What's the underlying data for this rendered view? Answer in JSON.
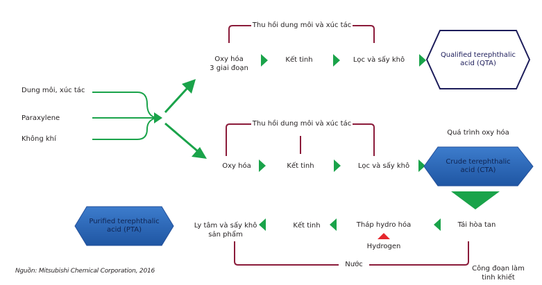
{
  "colors": {
    "green": "#1aa34a",
    "maroon": "#8b1b3a",
    "navy": "#1c1c5a",
    "blue": "#2c66b8",
    "red": "#e5272d",
    "text": "#231f20"
  },
  "inputs": [
    "Dung môi, xúc tác",
    "Paraxylene",
    "Không khí"
  ],
  "qta_line": {
    "recovery": "Thu hồi dung môi và xúc tác",
    "step1": "Oxy hóa\n3 giai đoạn",
    "step2": "Kết tinh",
    "step3": "Lọc và sấy khô",
    "product": "Qualified terephthalic\nacid (QTA)"
  },
  "cta_line": {
    "recovery": "Thu hồi dung môi và xúc tác",
    "step1": "Oxy hóa",
    "step2": "Kết tinh",
    "step3": "Lọc và sấy khô",
    "product": "Crude terephthalic\nacid (CTA)",
    "stage_label": "Quá trình oxy hóa"
  },
  "pta_line": {
    "dissolve": "Tái hòa tan",
    "hydro": "Tháp hydro hóa",
    "hydrogen": "Hydrogen",
    "crystal": "Kết tinh",
    "dry": "Ly tâm và sấy khô\nsản phẩm",
    "product": "Purified terephthalic\nacid (PTA)",
    "water": "Nước",
    "stage_label": "Công đoạn làm\ntinh khiết"
  },
  "source": "Nguồn: Mitsubishi Chemical Corporation, 2016"
}
